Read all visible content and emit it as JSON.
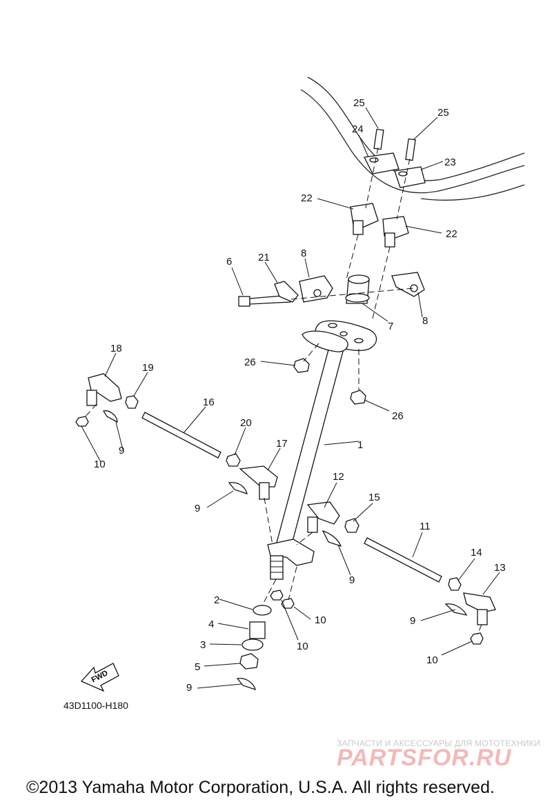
{
  "diagram": {
    "callouts": {
      "p1": "1",
      "p2": "2",
      "p3": "3",
      "p4": "4",
      "p5": "5",
      "p6": "6",
      "p7": "7",
      "p8a": "8",
      "p8b": "8",
      "p9a": "9",
      "p9b": "9",
      "p9c": "9",
      "p9d": "9",
      "p9e": "9",
      "p10a": "10",
      "p10b": "10",
      "p10c": "10",
      "p10d": "10",
      "p11": "11",
      "p12": "12",
      "p13": "13",
      "p14": "14",
      "p15": "15",
      "p16": "16",
      "p17": "17",
      "p18": "18",
      "p19": "19",
      "p20": "20",
      "p21": "21",
      "p22a": "22",
      "p22b": "22",
      "p23": "23",
      "p24": "24",
      "p25a": "25",
      "p25b": "25",
      "p26a": "26",
      "p26b": "26"
    },
    "fwd_label": "FWD",
    "diagram_code": "43D1100-H180"
  },
  "watermark": {
    "tagline": "ЗАПЧАСТИ И АКСЕССУАРЫ ДЛЯ МОТОТЕХНИКИ",
    "logo": "PARTSFOR.RU"
  },
  "footer": {
    "copyright": "©2013 Yamaha Motor Corporation, U.S.A. All rights reserved."
  }
}
